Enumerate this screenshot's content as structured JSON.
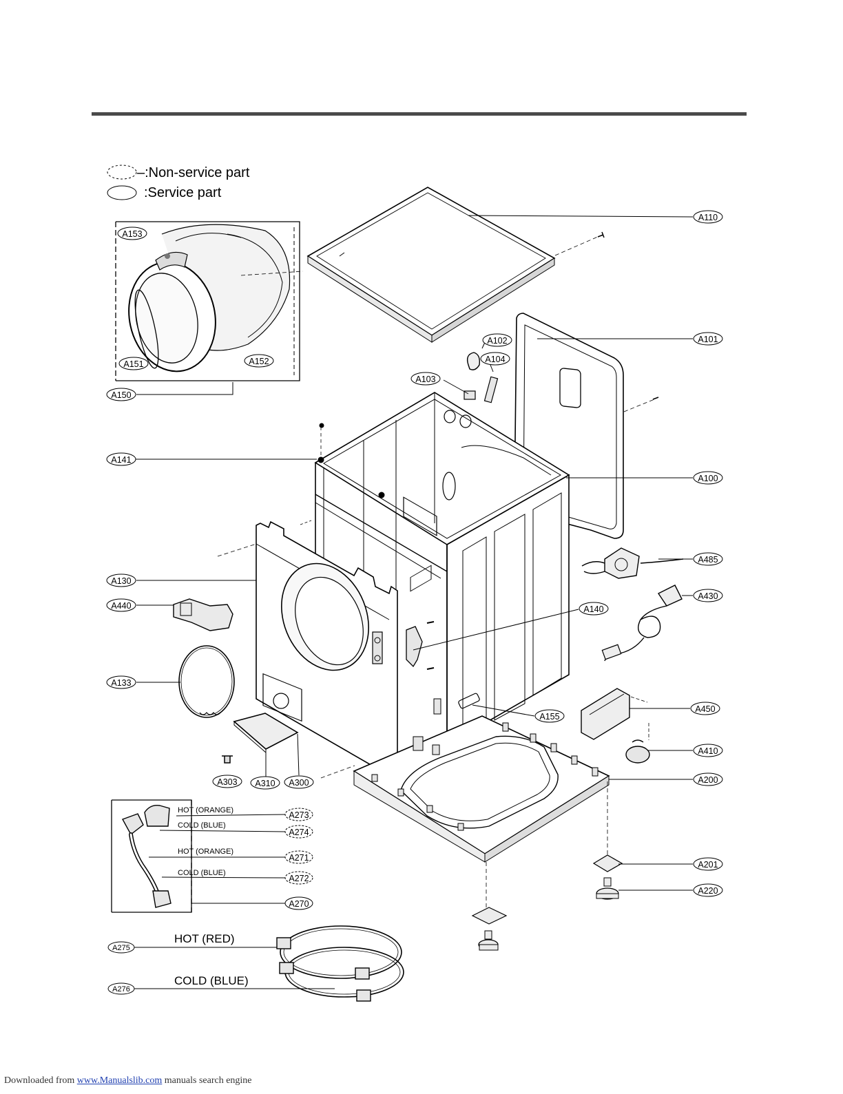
{
  "legend": {
    "non_service": "–:Non-service part",
    "service": ":Service part"
  },
  "callouts": {
    "A110": "A110",
    "A101": "A101",
    "A102": "A102",
    "A104": "A104",
    "A103": "A103",
    "A100": "A100",
    "A141": "A141",
    "A153": "A153",
    "A151": "A151",
    "A152": "A152",
    "A150": "A150",
    "A485": "A485",
    "A430": "A430",
    "A130": "A130",
    "A440": "A440",
    "A140": "A140",
    "A133": "A133",
    "A450": "A450",
    "A155": "A155",
    "A410": "A410",
    "A303": "A303",
    "A310": "A310",
    "A300": "A300",
    "A200": "A200",
    "A273": "A273",
    "A274": "A274",
    "A271": "A271",
    "A272": "A272",
    "A270": "A270",
    "A201": "A201",
    "A220": "A220",
    "A275": "A275",
    "A276": "A276"
  },
  "valve_notes": {
    "hot_orange_1": "HOT (ORANGE)",
    "cold_blue_1": "COLD (BLUE)",
    "hot_orange_2": "HOT (ORANGE)",
    "cold_blue_2": "COLD (BLUE)"
  },
  "hose_notes": {
    "hot": "HOT (RED)",
    "cold": "COLD (BLUE)"
  },
  "footer": {
    "prefix": "Downloaded from ",
    "link": "www.Manualslib.com",
    "suffix": "  manuals search engine"
  }
}
